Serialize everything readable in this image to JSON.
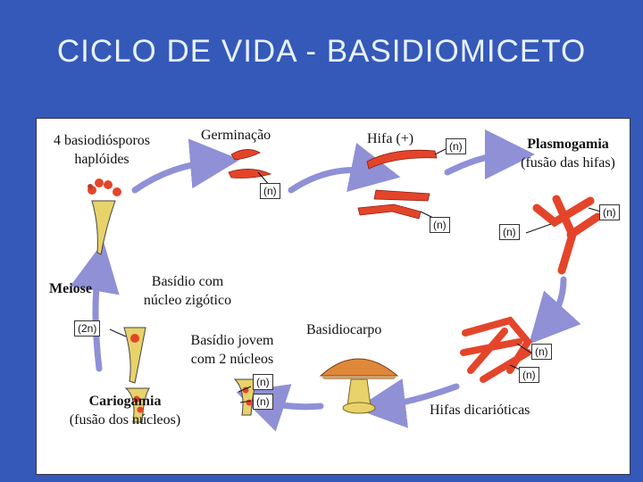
{
  "title": "CICLO DE VIDA - BASIDIOMICETO",
  "colors": {
    "background": "#3559b8",
    "panel": "#ffffff",
    "arrow": "#8f90d6",
    "hypha": "#e4452a",
    "basidium": "#e8d26a"
  },
  "labels": {
    "basidiospores_line1": "4 basiodiósporos",
    "basidiospores_line2": "haplóides",
    "germination": "Germinação",
    "hypha_plus": "Hifa (+)",
    "plasmogamy_line1": "Plasmogamia",
    "plasmogamy_line2": "(fusão das hifas)",
    "meiosis": "Meiose",
    "basidium_zygotic_line1": "Basídio com",
    "basidium_zygotic_line2": "núcleo zigótico",
    "basidiocarp": "Basidiocarpo",
    "young_basidium_line1": "Basídio jovem",
    "young_basidium_line2": "com 2 núcleos",
    "karyogamy_line1": "Cariogamia",
    "karyogamy_line2": "(fusão dos núcleos)",
    "dikaryotic_hyphae": "Hifas dicarióticas"
  },
  "tags": {
    "n": "(n)",
    "two_n": "(2n)"
  }
}
